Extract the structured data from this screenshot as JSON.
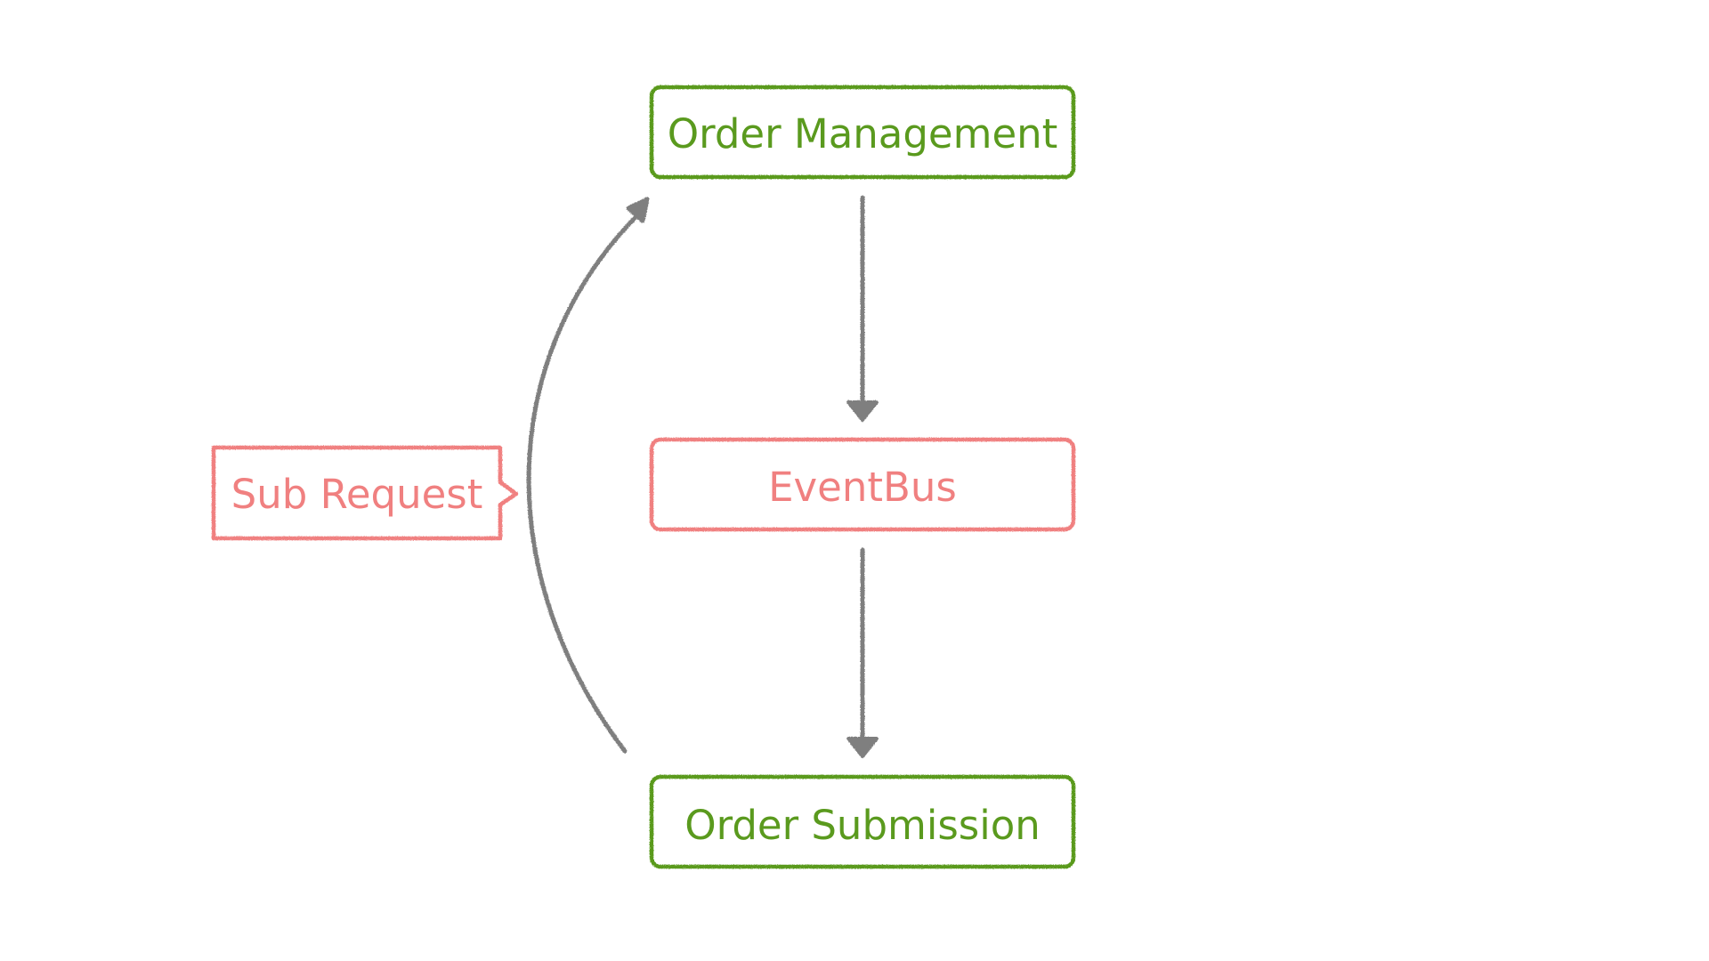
{
  "nodes": {
    "order_management": {
      "label": "Order Management"
    },
    "event_bus": {
      "label": "EventBus"
    },
    "order_submission": {
      "label": "Order Submission"
    }
  },
  "callout": {
    "label": "Sub Request"
  },
  "colors": {
    "service": "#5a9a1e",
    "bus": "#f08080",
    "arrow": "#7f7f7f",
    "background": "#ffffff"
  },
  "edges": [
    {
      "from": "Order Management",
      "to": "EventBus"
    },
    {
      "from": "EventBus",
      "to": "Order Submission"
    },
    {
      "from": "Order Submission",
      "to": "Order Management",
      "label": "Sub Request"
    }
  ]
}
